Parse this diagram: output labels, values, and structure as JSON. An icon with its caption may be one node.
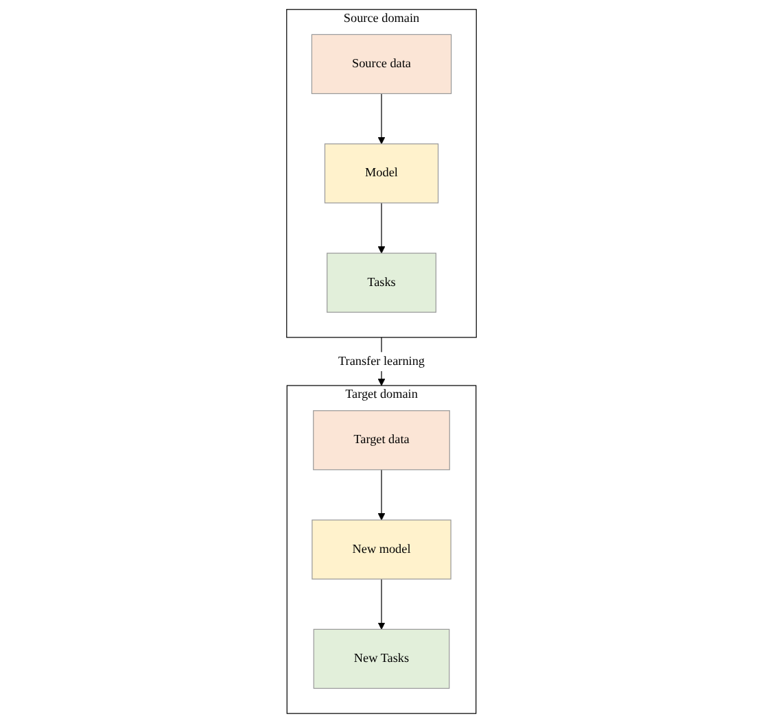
{
  "diagram": {
    "nodes": [
      {
        "text": [
          "Source domain"
        ]
      },
      {
        "text": [
          "Source data"
        ],
        "in": 0
      },
      {
        "text": [
          "Model"
        ],
        "in": 0
      },
      {
        "text": [
          "Tasks"
        ],
        "in": 0
      },
      {
        "text": [
          "Target domain"
        ]
      },
      {
        "text": [
          "Target data"
        ],
        "in": 4
      },
      {
        "text": [
          "New model"
        ],
        "in": 4
      },
      {
        "text": [
          "New Tasks"
        ],
        "in": 4
      }
    ],
    "edges": [
      {
        "from": 1,
        "to": 2,
        "arrow": "to"
      },
      {
        "from": 2,
        "to": 3,
        "arrow": "to"
      },
      {
        "from": 0,
        "to": 4,
        "label": "Transfer learning",
        "arrow": "to"
      },
      {
        "from": 5,
        "to": 6,
        "arrow": "to"
      },
      {
        "from": 6,
        "to": 7,
        "arrow": "to"
      }
    ]
  }
}
